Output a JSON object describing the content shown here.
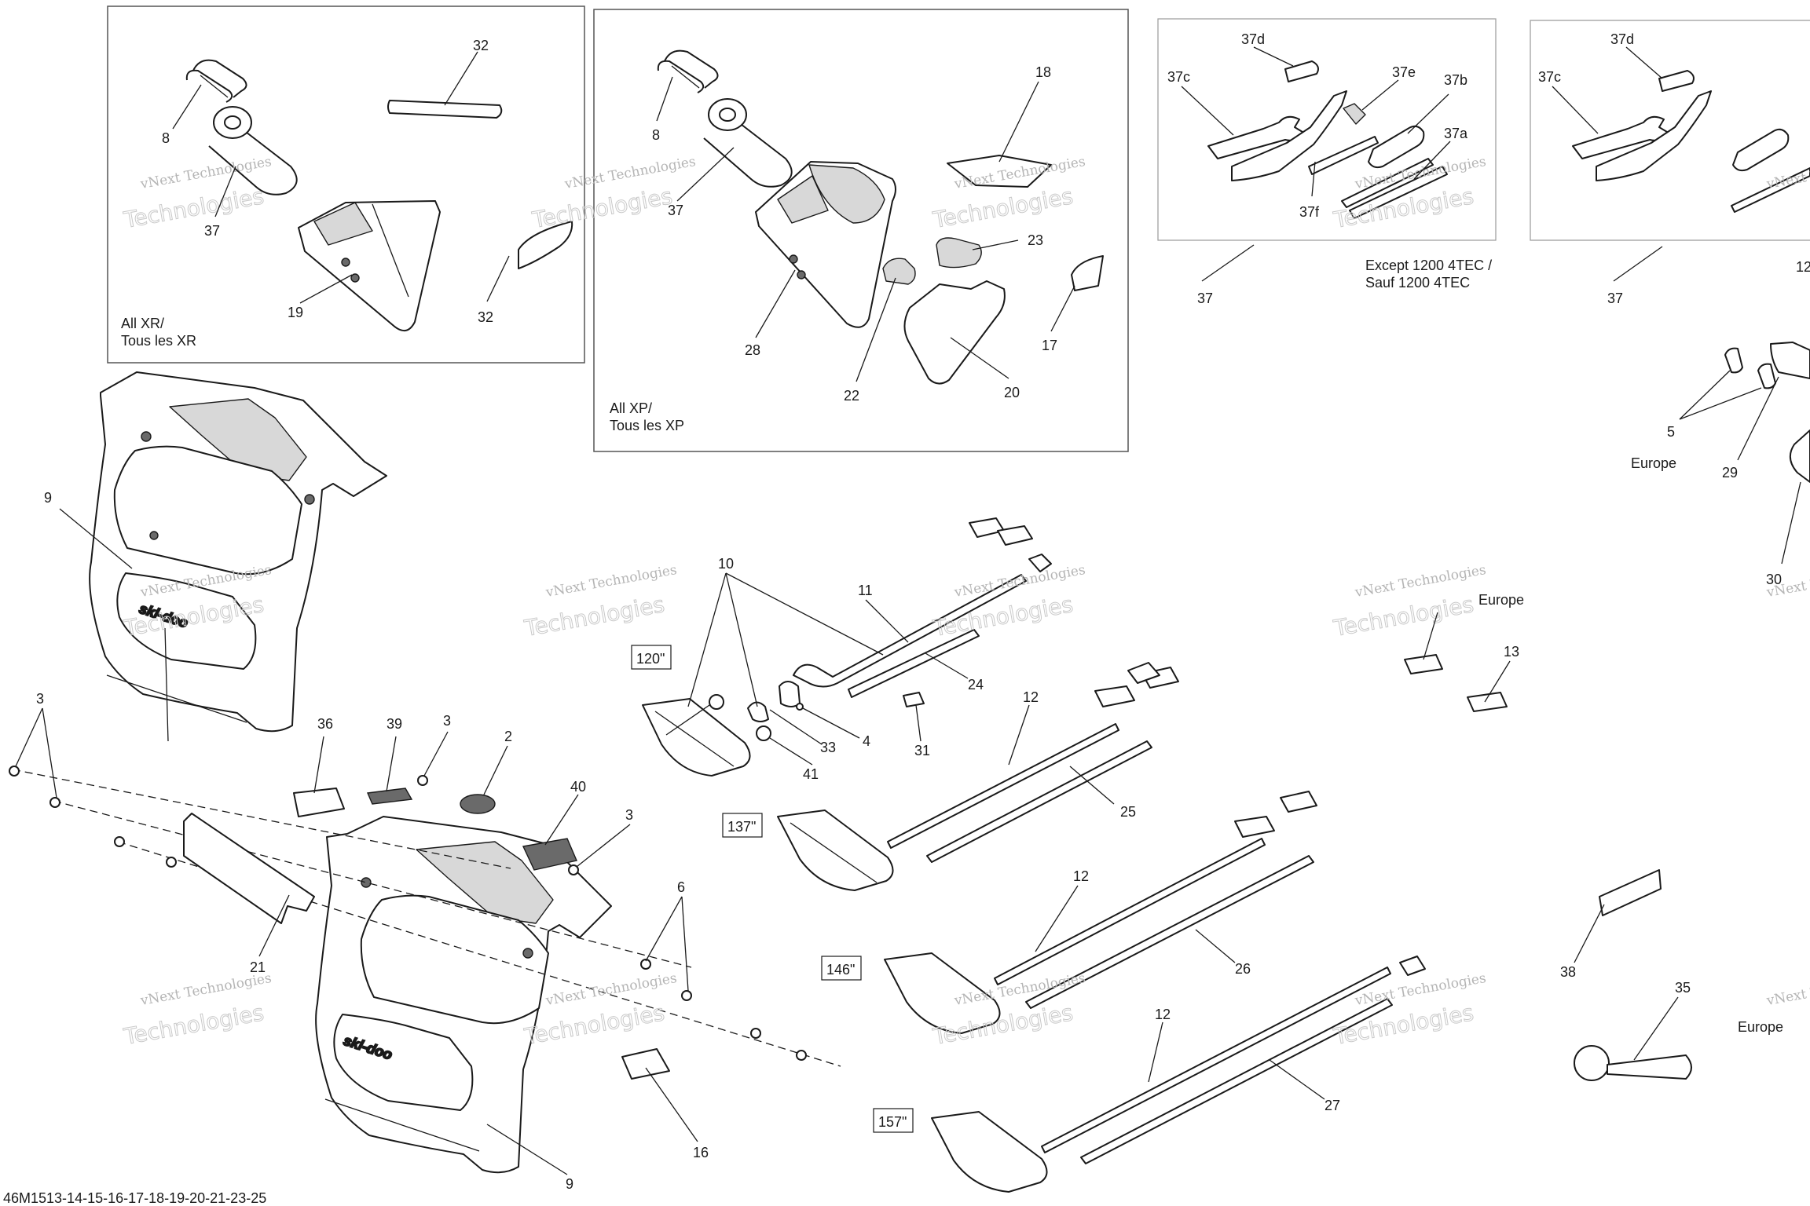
{
  "document_id": "46M1513-14-15-16-17-18-19-20-21-23-25",
  "watermark": [
    "vNext Technologies",
    "Technologies"
  ],
  "brand_logo": "ski-doo",
  "inset_labels": {
    "xr": [
      "All XR/",
      "Tous les XR"
    ],
    "xp": [
      "All XP/",
      "Tous les XP"
    ],
    "except": [
      "Except 1200 4TEC /",
      "Sauf 1200 4TEC"
    ],
    "europe": "Europe"
  },
  "length_tags": [
    "120\"",
    "137\"",
    "146\"",
    "157\""
  ],
  "callouts": [
    {
      "id": "c-8a",
      "text": "8"
    },
    {
      "id": "c-32a",
      "text": "32"
    },
    {
      "id": "c-37a",
      "text": "37"
    },
    {
      "id": "c-19",
      "text": "19"
    },
    {
      "id": "c-32b",
      "text": "32"
    },
    {
      "id": "c-8b",
      "text": "8"
    },
    {
      "id": "c-18",
      "text": "18"
    },
    {
      "id": "c-37b",
      "text": "37"
    },
    {
      "id": "c-23",
      "text": "23"
    },
    {
      "id": "c-28",
      "text": "28"
    },
    {
      "id": "c-17",
      "text": "17"
    },
    {
      "id": "c-22",
      "text": "22"
    },
    {
      "id": "c-20",
      "text": "20"
    },
    {
      "id": "c-37d",
      "text": "37d"
    },
    {
      "id": "c-37c",
      "text": "37c"
    },
    {
      "id": "c-37e",
      "text": "37e"
    },
    {
      "id": "c-37b2",
      "text": "37b"
    },
    {
      "id": "c-37a2",
      "text": "37a"
    },
    {
      "id": "c-37f",
      "text": "37f"
    },
    {
      "id": "c-37c",
      "text": "37"
    },
    {
      "id": "c-37d2",
      "text": "37d"
    },
    {
      "id": "c-37c2",
      "text": "37c"
    },
    {
      "id": "c-37e2",
      "text": "37"
    },
    {
      "id": "c-12r",
      "text": "12"
    },
    {
      "id": "c-5",
      "text": "5"
    },
    {
      "id": "c-29",
      "text": "29"
    },
    {
      "id": "c-30",
      "text": "30"
    },
    {
      "id": "c-9a",
      "text": "9"
    },
    {
      "id": "c-3a",
      "text": "3"
    },
    {
      "id": "c-36",
      "text": "36"
    },
    {
      "id": "c-39",
      "text": "39"
    },
    {
      "id": "c-3b",
      "text": "3"
    },
    {
      "id": "c-2",
      "text": "2"
    },
    {
      "id": "c-40",
      "text": "40"
    },
    {
      "id": "c-3c",
      "text": "3"
    },
    {
      "id": "c-21",
      "text": "21"
    },
    {
      "id": "c-6",
      "text": "6"
    },
    {
      "id": "c-16",
      "text": "16"
    },
    {
      "id": "c-9b",
      "text": "9"
    },
    {
      "id": "c-10",
      "text": "10"
    },
    {
      "id": "c-11",
      "text": "11"
    },
    {
      "id": "c-24",
      "text": "24"
    },
    {
      "id": "c-4",
      "text": "4"
    },
    {
      "id": "c-33",
      "text": "33"
    },
    {
      "id": "c-41",
      "text": "41"
    },
    {
      "id": "c-31",
      "text": "31"
    },
    {
      "id": "c-12a",
      "text": "12"
    },
    {
      "id": "c-25",
      "text": "25"
    },
    {
      "id": "c-12b",
      "text": "12"
    },
    {
      "id": "c-26",
      "text": "26"
    },
    {
      "id": "c-12c",
      "text": "12"
    },
    {
      "id": "c-27",
      "text": "27"
    },
    {
      "id": "c-13",
      "text": "13"
    },
    {
      "id": "c-38",
      "text": "38"
    },
    {
      "id": "c-35",
      "text": "35"
    }
  ]
}
